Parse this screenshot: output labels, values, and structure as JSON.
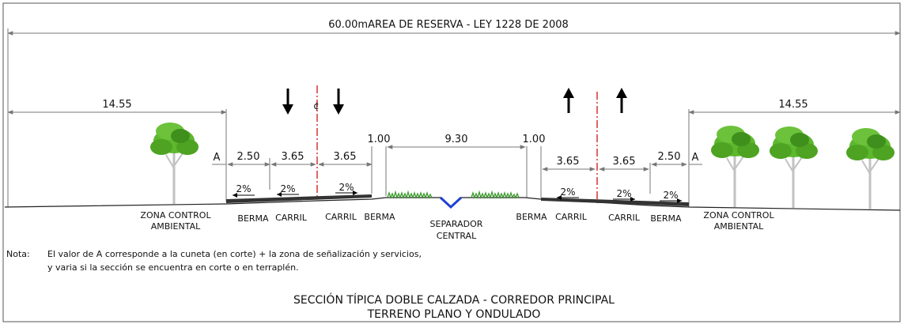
{
  "reserve": {
    "label": "60.00mAREA DE RESERVA - LEY 1228 DE 2008"
  },
  "widths": {
    "zone_left": "14.55",
    "zone_right": "14.55",
    "a_left": "A",
    "a_right": "A",
    "berma_lw": "2.50",
    "carril_l1": "3.65",
    "carril_l2": "3.65",
    "berma_li": "1.00",
    "separator": "9.30",
    "berma_ri": "1.00",
    "carril_r1": "3.65",
    "carril_r2": "3.65",
    "berma_rw": "2.50"
  },
  "slopes": {
    "s1": "2%",
    "s2": "2%",
    "s3": "2%",
    "s4": "2%",
    "s5": "2%",
    "s6": "2%"
  },
  "centerline_symbol": "¢",
  "labels": {
    "zona_left_1": "ZONA CONTROL",
    "zona_left_2": "AMBIENTAL",
    "berma_1": "BERMA",
    "carril_1": "CARRIL",
    "carril_2": "CARRIL",
    "berma_2": "BERMA",
    "sep_1": "SEPARADOR",
    "sep_2": "CENTRAL",
    "berma_3": "BERMA",
    "carril_3": "CARRIL",
    "carril_4": "CARRIL",
    "berma_4": "BERMA",
    "zona_right_1": "ZONA CONTROL",
    "zona_right_2": "AMBIENTAL"
  },
  "note": {
    "label": "Nota:",
    "line1": "El valor de A corresponde a la cuneta (en corte) + la zona de señalización y servicios,",
    "line2": "y varia si la sección se encuentra en corte o en terraplén."
  },
  "title": {
    "line1": "SECCIÓN TÍPICA DOBLE CALZADA - CORREDOR PRINCIPAL",
    "line2": "TERRENO PLANO Y ONDULADO"
  },
  "colors": {
    "dim_line": "#777777",
    "axis": "#cc0000",
    "pavement": "#222222",
    "grass": "#3a9a2a",
    "drain": "#1f3fd6",
    "foliage": "#5eb82e",
    "foliage_dark": "#3e8f1c",
    "trunk": "#bbbbbb"
  }
}
